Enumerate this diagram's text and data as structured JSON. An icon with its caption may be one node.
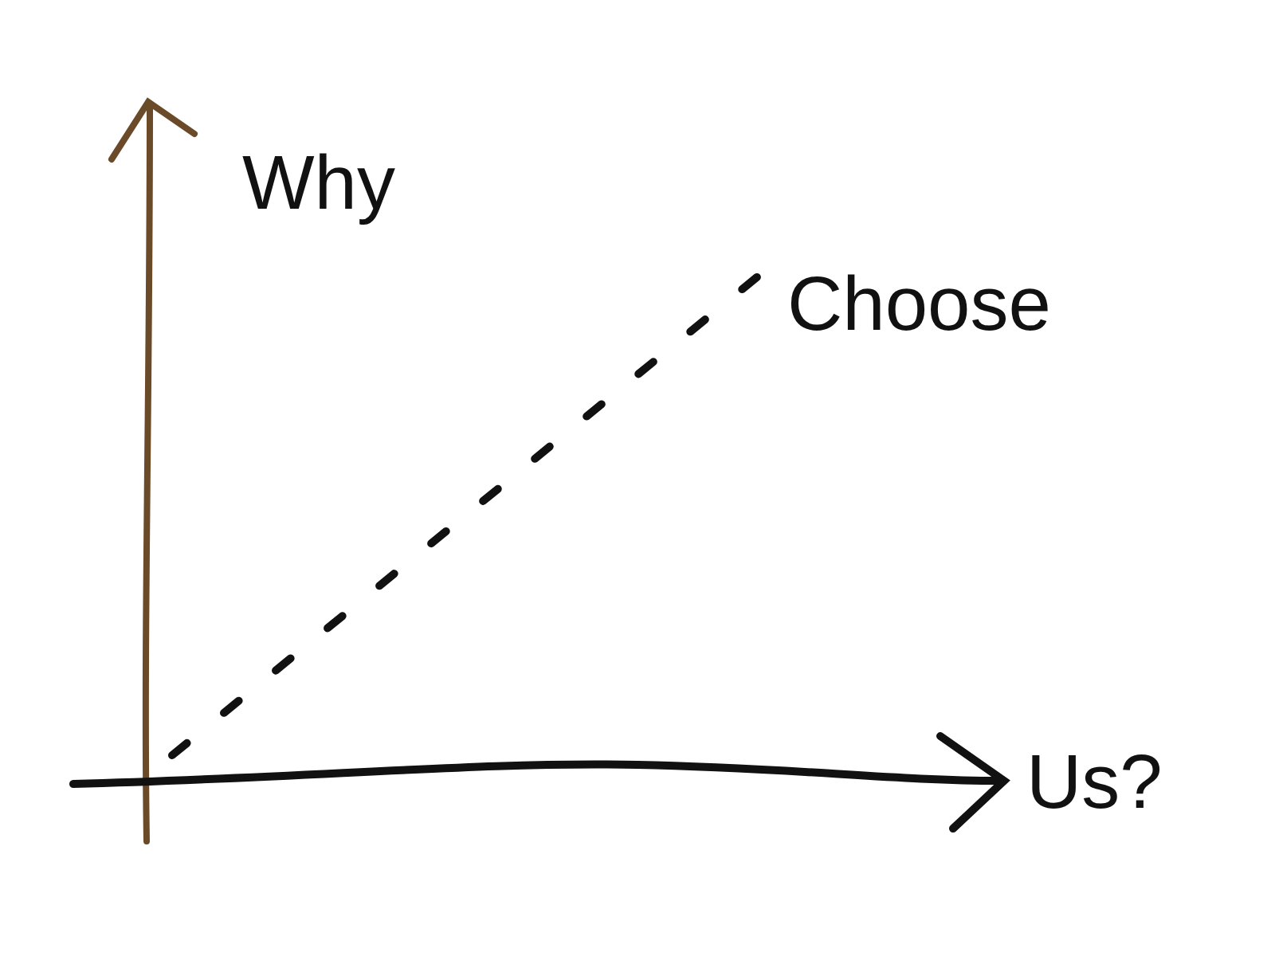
{
  "diagram": {
    "labels": [
      "Why",
      "Choose",
      "Us?"
    ]
  }
}
